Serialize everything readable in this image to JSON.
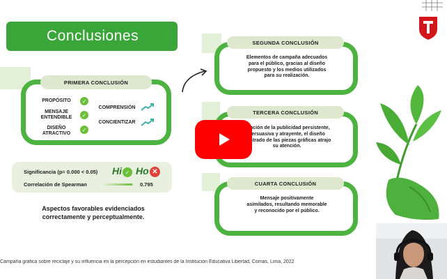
{
  "title": "Conclusiones",
  "primera": {
    "heading": "PRIMERA CONCLUSIÓN",
    "items_left": [
      "PROPÓSITO",
      "MENSAJE ENTENDIBLE",
      "DISEÑO ATRACTIVO"
    ],
    "items_right": [
      "COMPRENSIÓN",
      "CONCIENTIZAR"
    ]
  },
  "stats": {
    "significancia": "Significancia  (p= 0.000 < 0.05)",
    "hi": "Hi",
    "ho": "Ho",
    "correlacion": "Correlación de Spearman",
    "valor": "0.795"
  },
  "aspectos": "Aspectos favorables evidenciados correctamente y perceptualmente.",
  "segunda": {
    "heading": "SEGUNDA CONCLUSIÓN",
    "text": "Elementos de campaña adecuados para el público, gracias al diseño propuesto y los medios utilizados para su realización."
  },
  "tercera": {
    "heading": "TERCERA CONCLUSIÓN",
    "text": "Función de la publicidad persistente, persuasiva y atrayente, el diseño mostrado de las piezas gráficas atrajo su atención."
  },
  "cuarta": {
    "heading": "CUARTA CONCLUSIÓN",
    "text": "Mensaje positivamente asimilados, resultando memorable y reconocido por el público."
  },
  "footer": "Campaña gráfica sobre reciclaje y su influencia en la percepción en estudiantes de la Institución Educativa Libertad, Comas, Lima, 2022",
  "colors": {
    "green": "#4db340",
    "title_green": "#3aa63a",
    "pill": "#dde8cf",
    "youtube": "#ff0000",
    "logo_red": "#d3151c"
  }
}
